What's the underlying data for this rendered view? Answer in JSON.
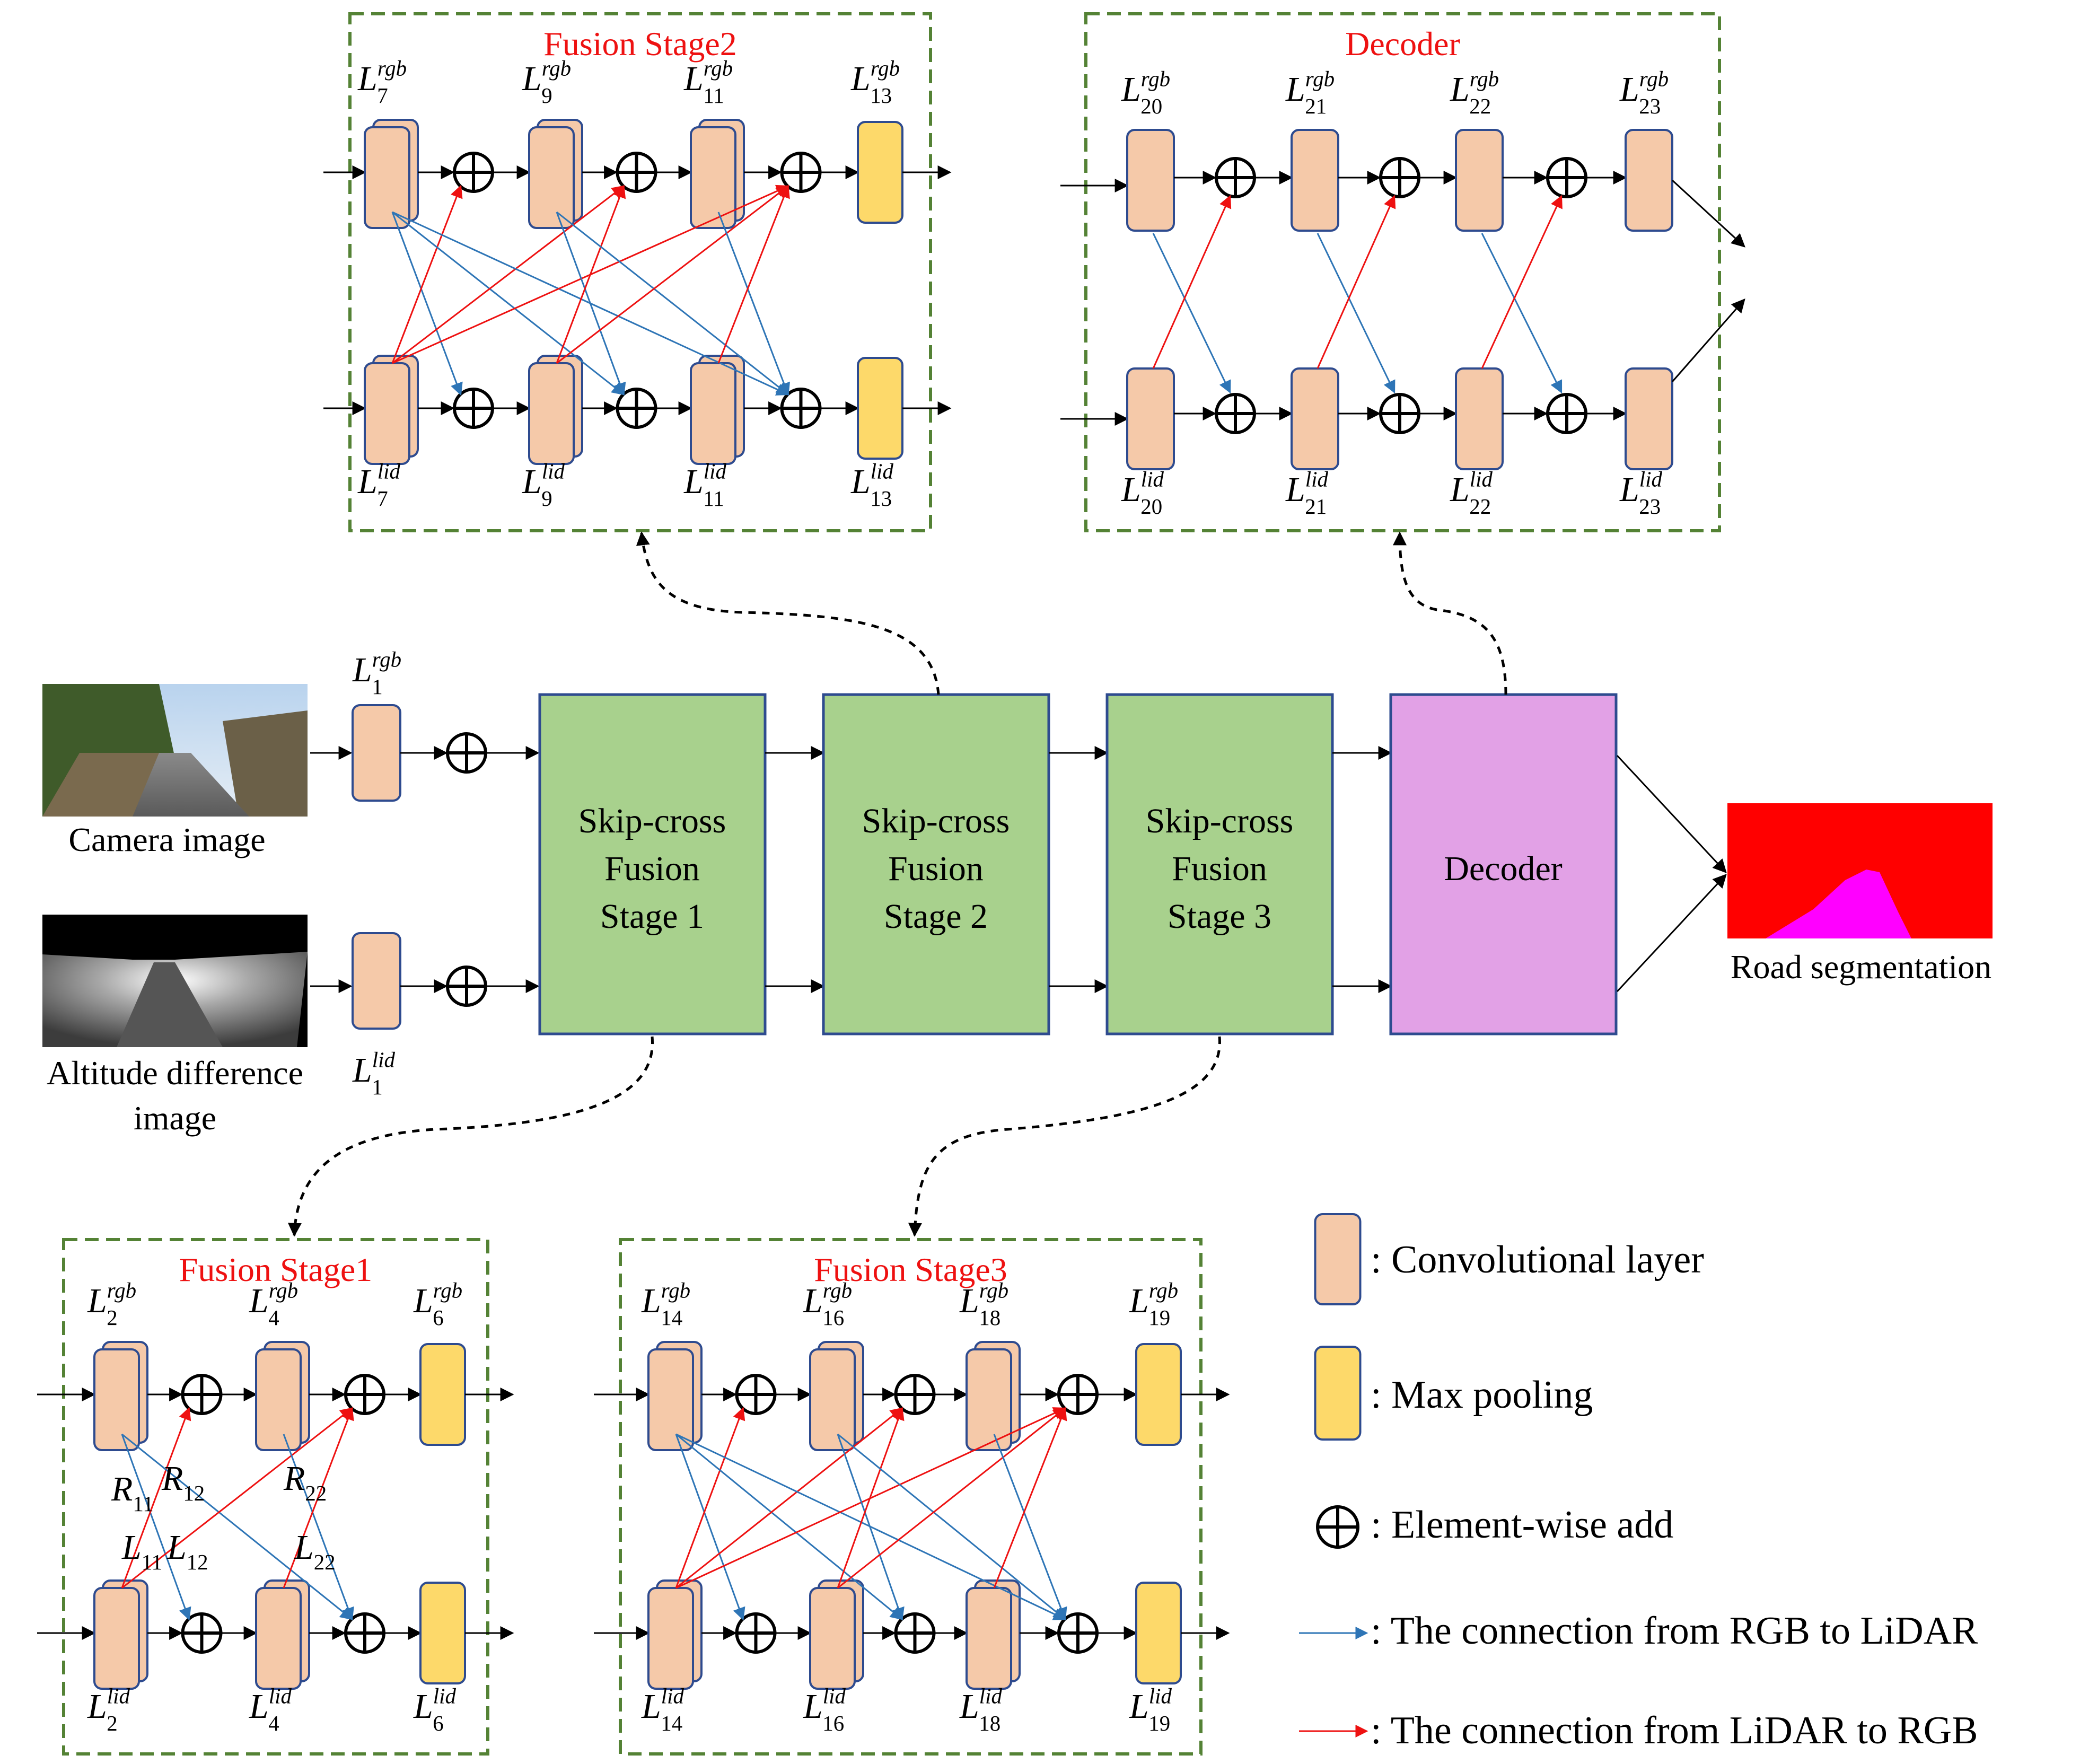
{
  "stage_panels": {
    "fusion_stage2": {
      "title": "Fusion Stage2",
      "rgb": [
        [
          "L",
          "7",
          "rgb"
        ],
        [
          "L",
          "9",
          "rgb"
        ],
        [
          "L",
          "11",
          "rgb"
        ],
        [
          "L",
          "13",
          "rgb"
        ]
      ],
      "lid": [
        [
          "L",
          "7",
          "lid"
        ],
        [
          "L",
          "9",
          "lid"
        ],
        [
          "L",
          "11",
          "lid"
        ],
        [
          "L",
          "13",
          "lid"
        ]
      ]
    },
    "decoder": {
      "title": "Decoder",
      "rgb": [
        [
          "L",
          "20",
          "rgb"
        ],
        [
          "L",
          "21",
          "rgb"
        ],
        [
          "L",
          "22",
          "rgb"
        ],
        [
          "L",
          "23",
          "rgb"
        ]
      ],
      "lid": [
        [
          "L",
          "20",
          "lid"
        ],
        [
          "L",
          "21",
          "lid"
        ],
        [
          "L",
          "22",
          "lid"
        ],
        [
          "L",
          "23",
          "lid"
        ]
      ]
    },
    "fusion_stage1": {
      "title": "Fusion Stage1",
      "rgb": [
        [
          "L",
          "2",
          "rgb"
        ],
        [
          "L",
          "4",
          "rgb"
        ],
        [
          "L",
          "6",
          "rgb"
        ]
      ],
      "lid": [
        [
          "L",
          "2",
          "lid"
        ],
        [
          "L",
          "4",
          "lid"
        ],
        [
          "L",
          "6",
          "lid"
        ]
      ],
      "weights": [
        [
          "R",
          "11"
        ],
        [
          "R",
          "12"
        ],
        [
          "R",
          "22"
        ],
        [
          "L",
          "11"
        ],
        [
          "L",
          "12"
        ],
        [
          "L",
          "22"
        ]
      ]
    },
    "fusion_stage3": {
      "title": "Fusion Stage3",
      "rgb": [
        [
          "L",
          "14",
          "rgb"
        ],
        [
          "L",
          "16",
          "rgb"
        ],
        [
          "L",
          "18",
          "rgb"
        ],
        [
          "L",
          "19",
          "rgb"
        ]
      ],
      "lid": [
        [
          "L",
          "14",
          "lid"
        ],
        [
          "L",
          "16",
          "lid"
        ],
        [
          "L",
          "18",
          "lid"
        ],
        [
          "L",
          "19",
          "lid"
        ]
      ]
    }
  },
  "main": {
    "camera_caption": "Camera image",
    "altitude_caption": [
      "Altitude difference",
      "image"
    ],
    "input_rgb": [
      "L",
      "1",
      "rgb"
    ],
    "input_lid": [
      "L",
      "1",
      "lid"
    ],
    "stage_blocks": [
      [
        "Skip-cross",
        "Fusion",
        "Stage 1"
      ],
      [
        "Skip-cross",
        "Fusion",
        "Stage 2"
      ],
      [
        "Skip-cross",
        "Fusion",
        "Stage 3"
      ]
    ],
    "decoder_label": "Decoder",
    "output_caption": "Road segmentation"
  },
  "legend": [
    ": Convolutional layer",
    ": Max pooling",
    ": Element-wise add",
    ": The connection from RGB to LiDAR",
    ": The connection from LiDAR to RGB"
  ],
  "colors": {
    "conv": "#F5C9A9",
    "pool": "#FDD96A",
    "stage_block": "#A8D18D",
    "decoder_block": "#E2A1E6",
    "block_border": "#2E4B8F",
    "panel_border": "#548235",
    "title_red": "#EE1111",
    "rgb_to_lidar": "#2E75B6",
    "lidar_to_rgb": "#EE1111",
    "seg_background": "#FF0000",
    "seg_road": "#FF00FF"
  }
}
